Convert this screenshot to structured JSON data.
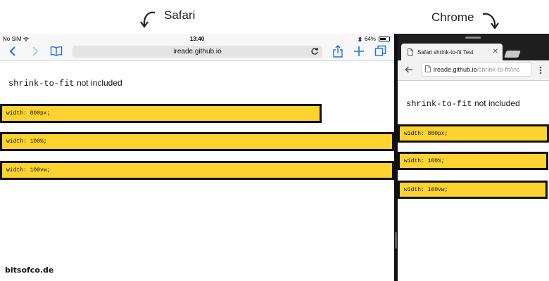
{
  "captions": {
    "safari": "Safari",
    "chrome": "Chrome"
  },
  "safari": {
    "status": {
      "carrier": "No SIM",
      "time": "13:40",
      "battery": "64%",
      "battery_level": 0.64
    },
    "toolbar": {
      "url": "ireade.github.io"
    },
    "page": {
      "heading_code": "shrink-to-fit",
      "heading_text": " not included",
      "boxes": [
        "width: 800px;",
        "width: 100%;",
        "width: 100vw;"
      ]
    }
  },
  "chrome": {
    "tab": {
      "title": "Safari shrink-to-fit Test",
      "close": "✕"
    },
    "omnibox": {
      "host": "ireade.github.io",
      "path": "/shrink-to-fit/inc"
    },
    "page": {
      "heading_code": "shrink-to-fit",
      "heading_text": " not included",
      "boxes": [
        "width: 800px;",
        "width: 100%;",
        "width: 100vw;"
      ]
    }
  },
  "footer": {
    "brand": "bitsofco.de"
  },
  "colors": {
    "box_fill": "#fed330",
    "box_border": "#111111",
    "safari_accent": "#1a73e8",
    "chrome_dark": "#1f1f1f"
  },
  "icons": {
    "safari_back": "chevron-left-icon",
    "safari_forward": "chevron-right-icon",
    "safari_bookmarks": "book-icon",
    "safari_reload": "reload-icon",
    "safari_share": "share-icon",
    "safari_new_tab": "plus-icon",
    "safari_tabs": "tabs-icon",
    "chrome_back": "arrow-left-icon",
    "chrome_menu": "more-vertical-icon",
    "chrome_tab_doc": "document-icon"
  }
}
